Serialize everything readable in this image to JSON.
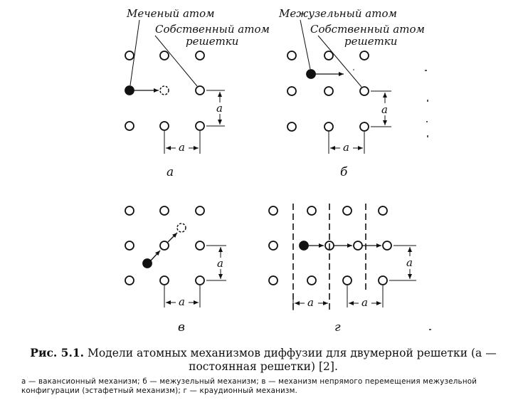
{
  "labels": {
    "tagged_atom": "Меченый атом",
    "own_atom_line1": "Собственный атом",
    "own_atom_line2": "решетки",
    "interstitial_atom": "Межузельный атом",
    "own_atom_b_line1": "Собственный атом",
    "own_atom_b_line2": "решетки",
    "lattice_const": "a",
    "panel_a": "а",
    "panel_b": "б",
    "panel_c": "в",
    "panel_d": "г"
  },
  "caption": {
    "fig_no": "Рис. 5.1.",
    "title": "Модели атомных механизмов диффузии для двумерной решетки (a — постоянная решетки) [2].",
    "note": "а — вакансионный механизм; б — межузельный механизм; в — механизм непрямого перемещения межузельной конфигурации (эстафетный механизм); г — краудионный механизм."
  }
}
